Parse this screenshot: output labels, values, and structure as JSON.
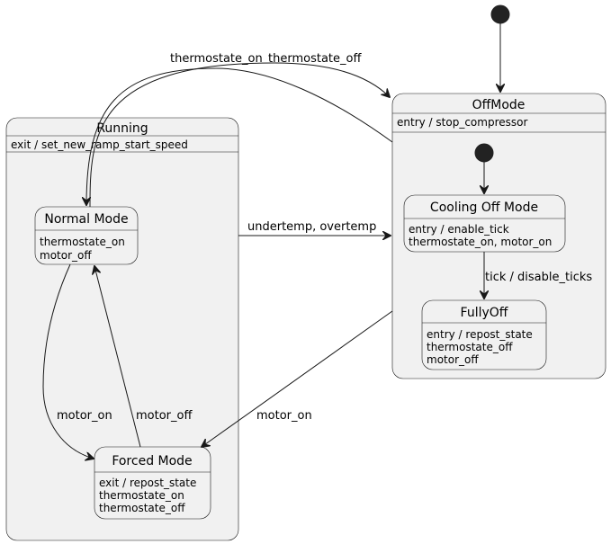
{
  "diagram": {
    "states": {
      "running": {
        "name": "Running",
        "actions": [
          "exit / set_new_ramp_start_speed"
        ]
      },
      "offmode": {
        "name": "OffMode",
        "actions": [
          "entry / stop_compressor"
        ]
      },
      "normal": {
        "name": "Normal Mode",
        "actions": [
          "thermostate_on",
          "motor_off"
        ]
      },
      "forced": {
        "name": "Forced Mode",
        "actions": [
          "exit / repost_state",
          "thermostate_on",
          "thermostate_off"
        ]
      },
      "cooling": {
        "name": "Cooling Off Mode",
        "actions": [
          "entry / enable_tick",
          "thermostate_on, motor_on"
        ]
      },
      "fullyoff": {
        "name": "FullyOff",
        "actions": [
          "entry / repost_state",
          "thermostate_off",
          "motor_off"
        ]
      }
    },
    "transitions": {
      "normal_to_offmode": "thermostate_on",
      "offmode_to_normal": "thermostate_off",
      "running_to_offmode": "undertemp, overtemp",
      "offmode_to_forced": "motor_on",
      "normal_to_forced": "motor_on",
      "forced_to_normal": "motor_off",
      "cooling_to_fullyoff": "tick / disable_ticks"
    }
  }
}
